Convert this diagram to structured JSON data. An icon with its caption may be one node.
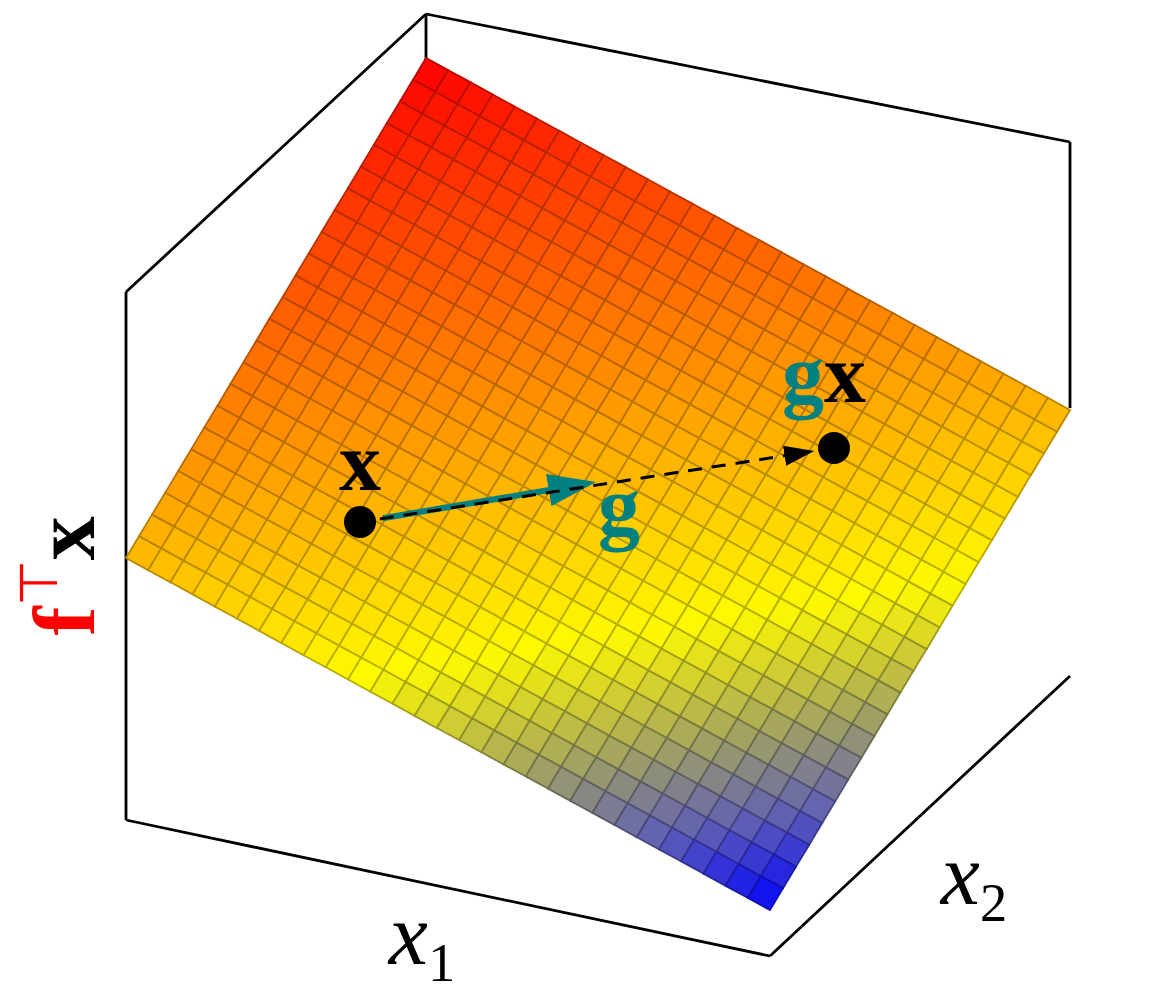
{
  "diagram": {
    "nodes": [
      {
        "text": [
          "x"
        ]
      },
      {
        "text": [
          "gx"
        ]
      }
    ],
    "edges": [
      {
        "from": 0,
        "to": null,
        "arrow": "to",
        "label": "g",
        "style": "thick",
        "color": "#008080"
      },
      {
        "from": 0,
        "to": 1,
        "arrow": "to",
        "style": "dashed",
        "color": "#000000"
      }
    ],
    "labels": [
      "**f**$^{⊤}$**x**",
      "*x*$_{1}$",
      "*x*$_{2}$"
    ]
  }
}
